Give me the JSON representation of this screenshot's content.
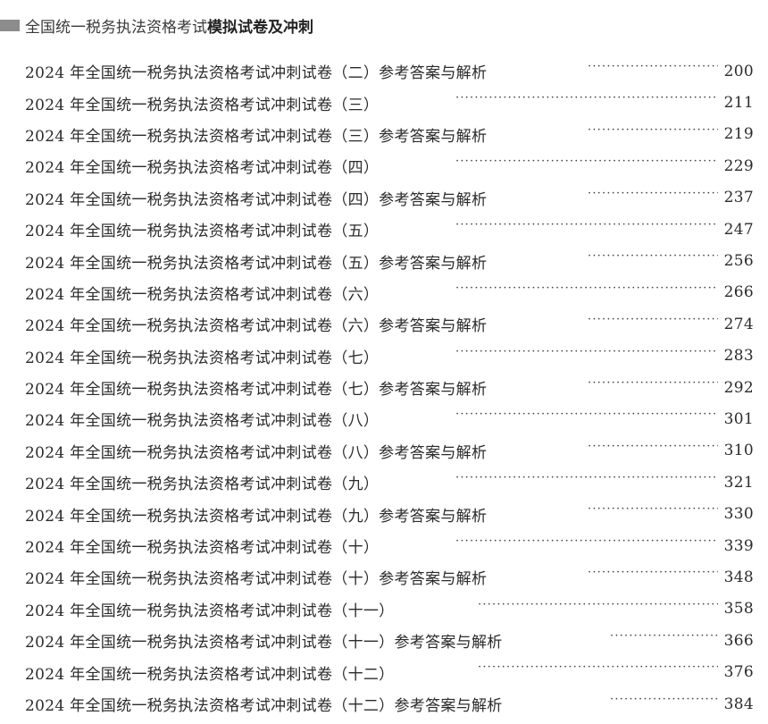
{
  "header": {
    "prefix": "全国统一税务执法资格考试",
    "bold": "模拟试卷及冲刺"
  },
  "toc": {
    "items": [
      {
        "title": "2024 年全国统一税务执法资格考试冲刺试卷（二）参考答案与解析",
        "page": "200",
        "dots": "·································"
      },
      {
        "title": "2024 年全国统一税务执法资格考试冲刺试卷（三）",
        "page": "211",
        "dots": "···················································································"
      },
      {
        "title": "2024 年全国统一税务执法资格考试冲刺试卷（三）参考答案与解析",
        "page": "219",
        "dots": "·································"
      },
      {
        "title": "2024 年全国统一税务执法资格考试冲刺试卷（四）",
        "page": "229",
        "dots": "···················································································"
      },
      {
        "title": "2024 年全国统一税务执法资格考试冲刺试卷（四）参考答案与解析",
        "page": "237",
        "dots": "·································"
      },
      {
        "title": "2024 年全国统一税务执法资格考试冲刺试卷（五）",
        "page": "247",
        "dots": "···················································································"
      },
      {
        "title": "2024 年全国统一税务执法资格考试冲刺试卷（五）参考答案与解析",
        "page": "256",
        "dots": "·································"
      },
      {
        "title": "2024 年全国统一税务执法资格考试冲刺试卷（六）",
        "page": "266",
        "dots": "···················································································"
      },
      {
        "title": "2024 年全国统一税务执法资格考试冲刺试卷（六）参考答案与解析",
        "page": "274",
        "dots": "·································"
      },
      {
        "title": "2024 年全国统一税务执法资格考试冲刺试卷（七）",
        "page": "283",
        "dots": "···················································································"
      },
      {
        "title": "2024 年全国统一税务执法资格考试冲刺试卷（七）参考答案与解析",
        "page": "292",
        "dots": "·································"
      },
      {
        "title": "2024 年全国统一税务执法资格考试冲刺试卷（八）",
        "page": "301",
        "dots": "···················································································"
      },
      {
        "title": "2024 年全国统一税务执法资格考试冲刺试卷（八）参考答案与解析",
        "page": "310",
        "dots": "·································"
      },
      {
        "title": "2024 年全国统一税务执法资格考试冲刺试卷（九）",
        "page": "321",
        "dots": "···················································································"
      },
      {
        "title": "2024 年全国统一税务执法资格考试冲刺试卷（九）参考答案与解析",
        "page": "330",
        "dots": "·································"
      },
      {
        "title": "2024 年全国统一税务执法资格考试冲刺试卷（十）",
        "page": "339",
        "dots": "···················································································"
      },
      {
        "title": "2024 年全国统一税务执法资格考试冲刺试卷（十）参考答案与解析",
        "page": "348",
        "dots": "·································"
      },
      {
        "title": "2024 年全国统一税务执法资格考试冲刺试卷（十一）",
        "page": "358",
        "dots": "·········································································"
      },
      {
        "title": "2024 年全国统一税务执法资格考试冲刺试卷（十一）参考答案与解析",
        "page": "366",
        "dots": "···························"
      },
      {
        "title": "2024 年全国统一税务执法资格考试冲刺试卷（十二）",
        "page": "376",
        "dots": "·········································································"
      },
      {
        "title": "2024 年全国统一税务执法资格考试冲刺试卷（十二）参考答案与解析",
        "page": "384",
        "dots": "···························"
      }
    ]
  }
}
